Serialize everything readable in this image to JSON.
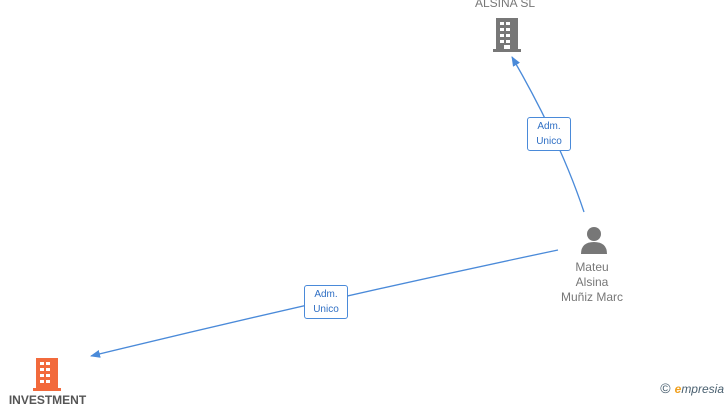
{
  "nodes": {
    "company_top": {
      "label": "ALSINA  SL",
      "icon": "building-icon",
      "color": "#777777"
    },
    "person": {
      "line1": "Mateu",
      "line2": "Alsina",
      "line3": "Muñiz Marc",
      "icon": "person-icon",
      "color": "#777777"
    },
    "company_bottom": {
      "label": "INVESTMENT",
      "icon": "building-icon",
      "color": "#f26a3c"
    }
  },
  "edges": [
    {
      "from": "person",
      "to": "company_top",
      "line1": "Adm.",
      "line2": "Unico"
    },
    {
      "from": "person",
      "to": "company_bottom",
      "line1": "Adm.",
      "line2": "Unico"
    }
  ],
  "watermark": {
    "copyright": "©",
    "brand_first": "e",
    "brand_rest": "mpresia"
  },
  "colors": {
    "edge": "#4a8ad9",
    "label_text": "#2f6fc4"
  }
}
